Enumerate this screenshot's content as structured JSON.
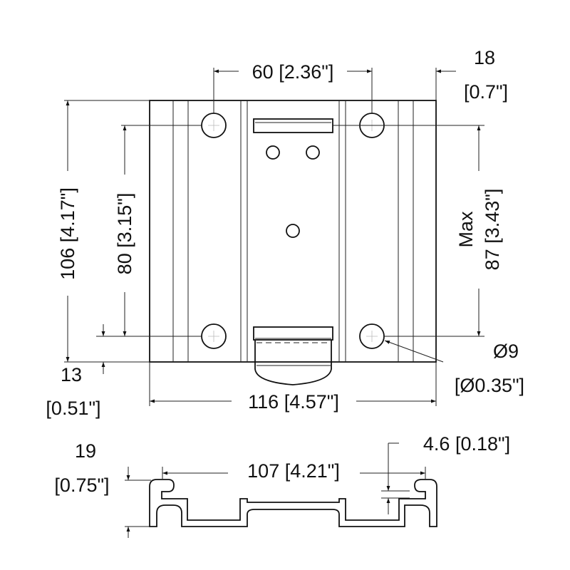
{
  "dimensions": {
    "hole_spacing_h": "60 [2.36\"]",
    "offset_right_mm": "18",
    "offset_right_in": "[0.7\"]",
    "height_total": "106 [4.17\"]",
    "hole_spacing_v": "80 [3.15\"]",
    "max_label": "Max",
    "max_spacing_v": "87 [3.43\"]",
    "bottom_offset_mm": "13",
    "bottom_offset_in": "[0.51\"]",
    "width_total": "116 [4.57\"]",
    "hole_diameter_mm": "Ø9",
    "hole_diameter_in": "[Ø0.35\"]",
    "profile_height_mm": "19",
    "profile_height_in": "[0.75\"]",
    "rail_width": "107 [4.21\"]",
    "lip_thickness": "4.6 [0.18\"]"
  }
}
